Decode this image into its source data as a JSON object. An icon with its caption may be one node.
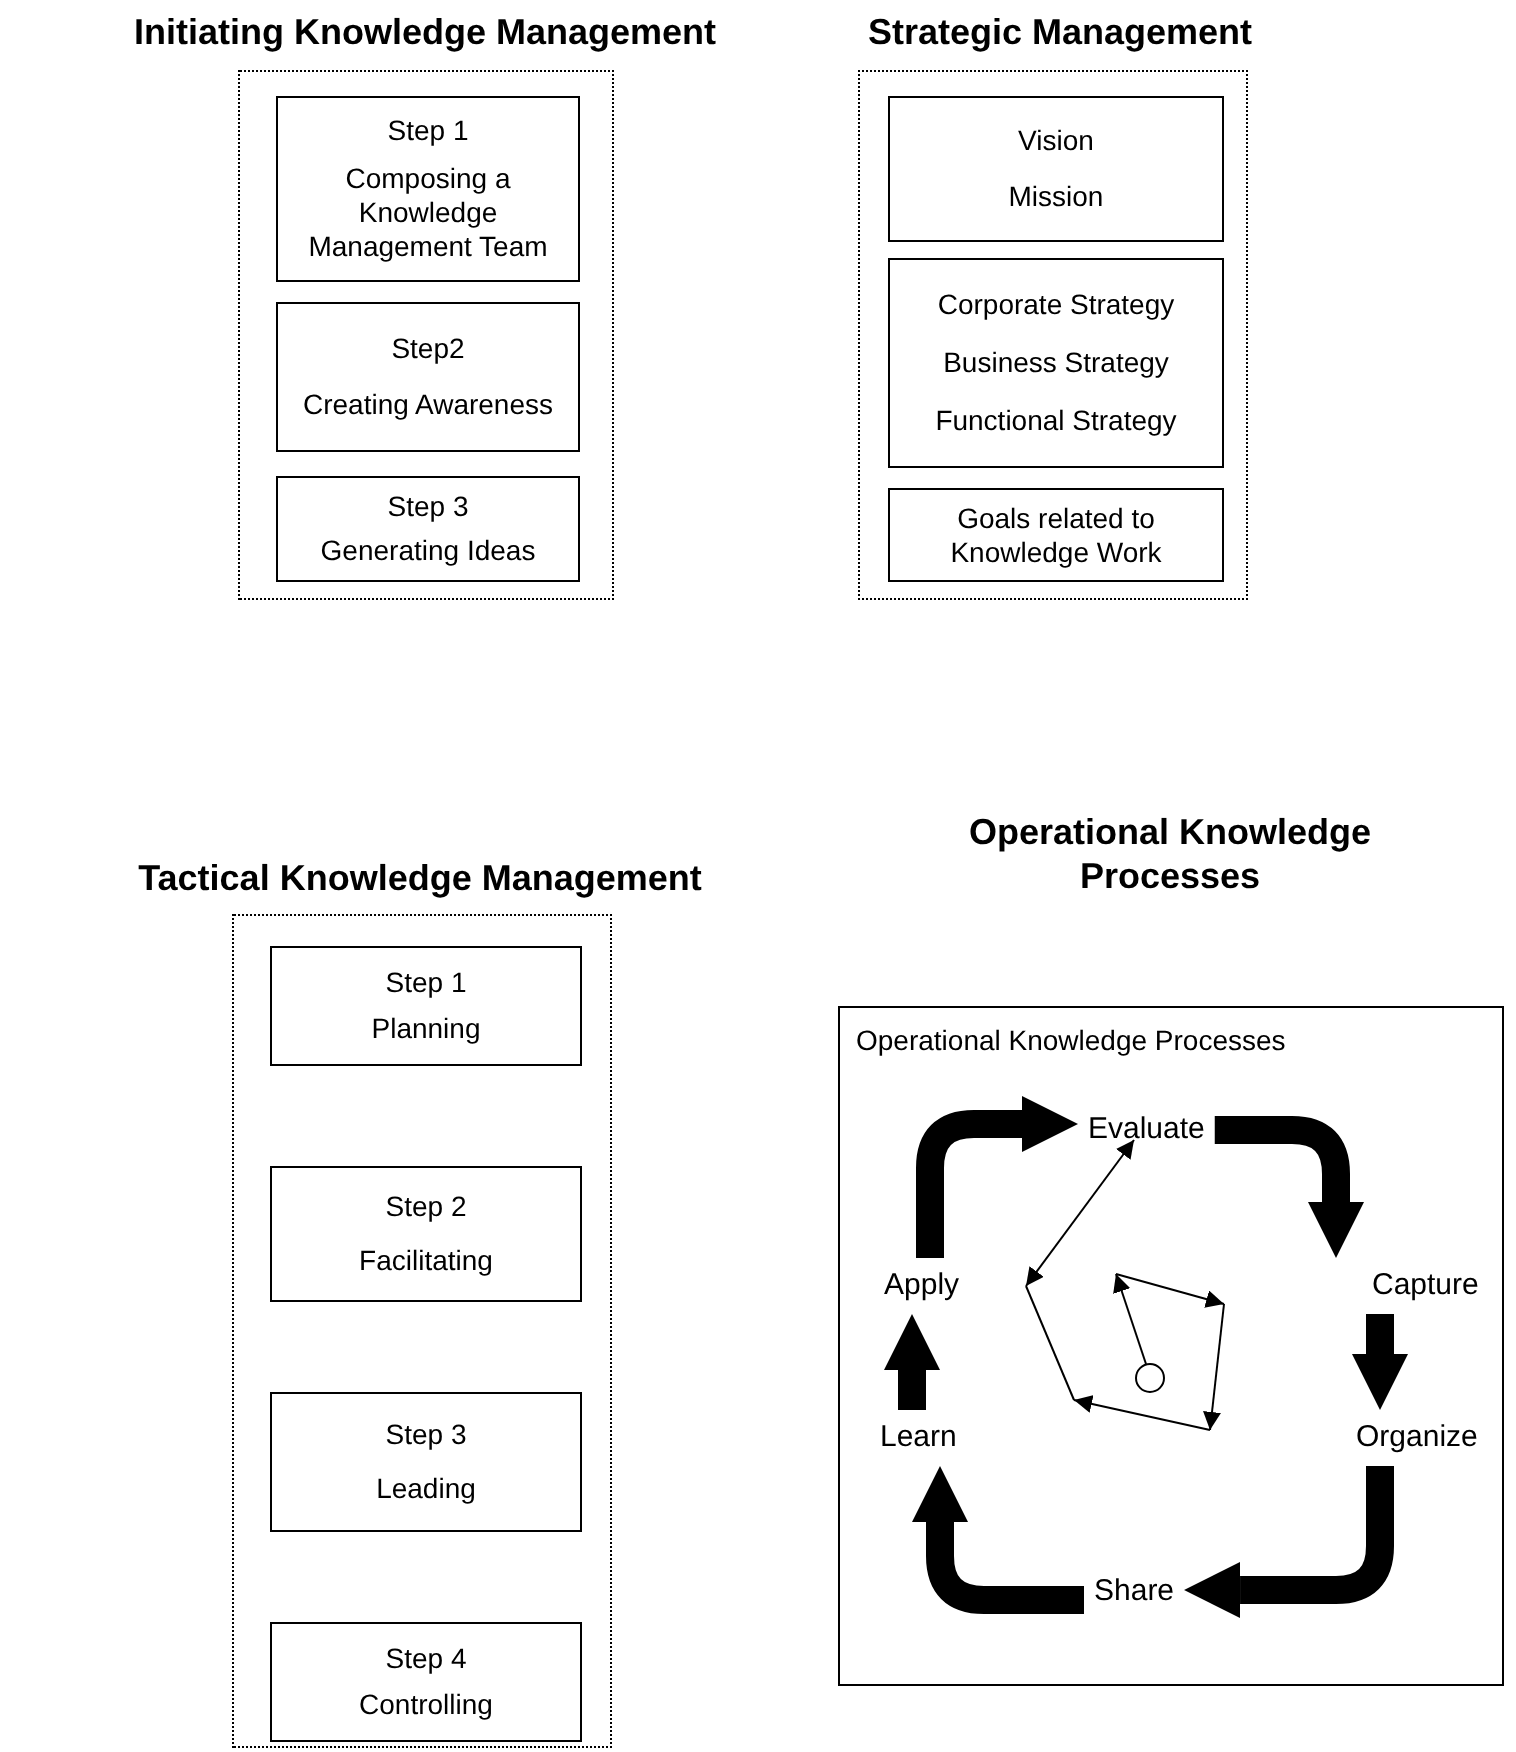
{
  "diagram": {
    "nodes": [
      {
        "text": [
          "Initiating Knowledge Management"
        ]
      },
      {
        "text": [
          "Step 1",
          "Composing a Knowledge Management Team"
        ],
        "in": 0
      },
      {
        "text": [
          "Step2",
          "Creating Awareness"
        ],
        "in": 0
      },
      {
        "text": [
          "Step 3",
          "Generating Ideas"
        ],
        "in": 0
      },
      {
        "text": [
          "Strategic Management"
        ]
      },
      {
        "text": [
          "Vision",
          "Mission"
        ],
        "in": 4
      },
      {
        "text": [
          "Corporate Strategy",
          "Business Strategy",
          "Functional Strategy"
        ],
        "in": 4
      },
      {
        "text": [
          "Goals related to Knowledge Work"
        ],
        "in": 4
      },
      {
        "text": [
          "Tactical Knowledge Management"
        ]
      },
      {
        "text": [
          "Step 1",
          "Planning"
        ],
        "in": 8
      },
      {
        "text": [
          "Step 2",
          "Facilitating"
        ],
        "in": 8
      },
      {
        "text": [
          "Step 3",
          "Leading"
        ],
        "in": 8
      },
      {
        "text": [
          "Step 4",
          "Controlling"
        ],
        "in": 8
      },
      {
        "text": [
          "Operational Knowledge Processes",
          "Operational Knowledge Processes"
        ]
      },
      {
        "text": [
          "Evaluate"
        ],
        "in": 13
      },
      {
        "text": [
          "Capture"
        ],
        "in": 13
      },
      {
        "text": [
          "Organize"
        ],
        "in": 13
      },
      {
        "text": [
          "Share"
        ],
        "in": 13
      },
      {
        "text": [
          "Learn"
        ],
        "in": 13
      },
      {
        "text": [
          "Apply"
        ],
        "in": 13
      }
    ],
    "edges": [
      {
        "from": 14,
        "to": 15,
        "arrow": "to"
      },
      {
        "from": 15,
        "to": 16,
        "arrow": "to"
      },
      {
        "from": 16,
        "to": 17,
        "arrow": "to"
      },
      {
        "from": 17,
        "to": 18,
        "arrow": "to"
      },
      {
        "from": 18,
        "to": 19,
        "arrow": "to"
      },
      {
        "from": 19,
        "to": 14,
        "arrow": "to"
      }
    ]
  }
}
